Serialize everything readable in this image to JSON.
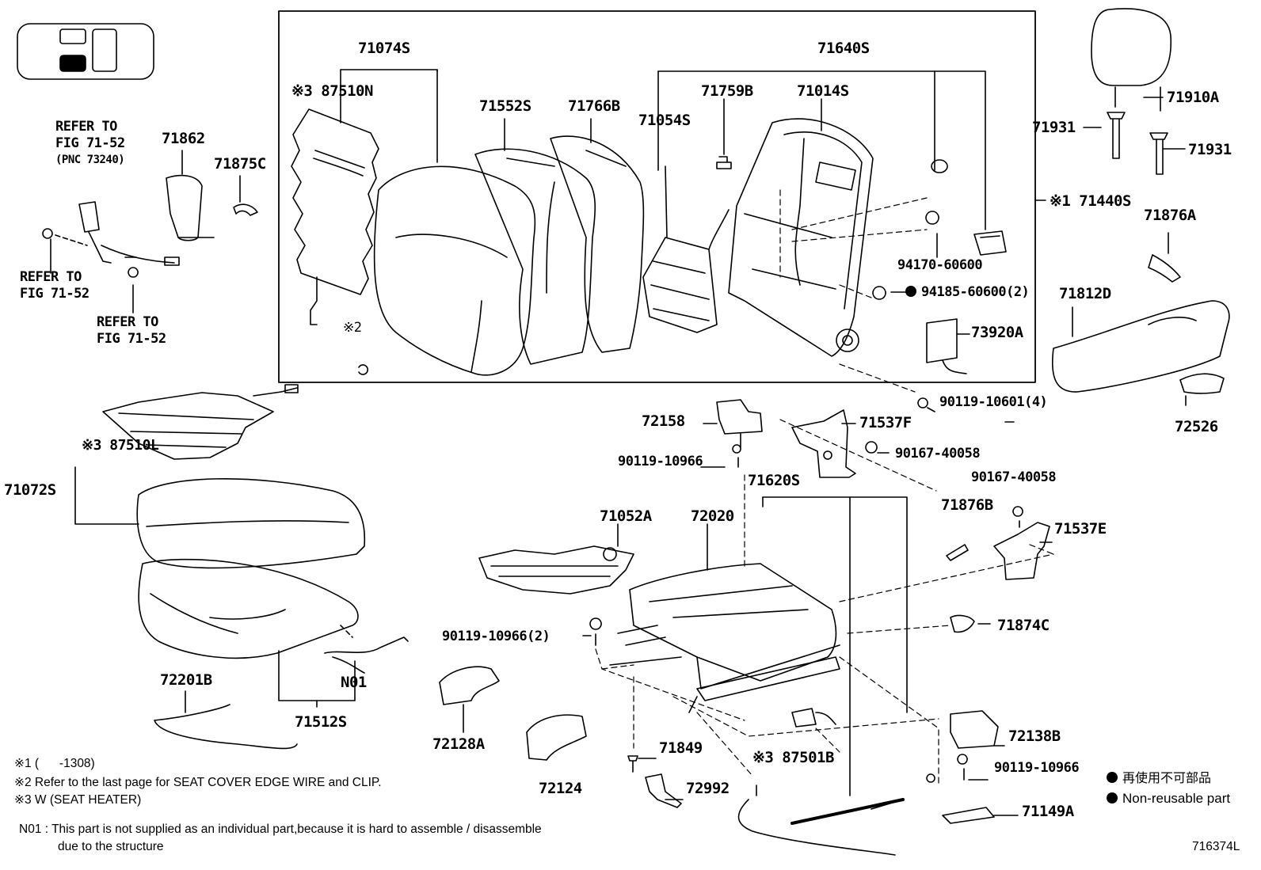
{
  "labels": {
    "p71074S": "71074S",
    "p87510N": "※3 87510N",
    "p71552S": "71552S",
    "p71766B": "71766B",
    "p71054S": "71054S",
    "p71640S": "71640S",
    "p71759B": "71759B",
    "p71014S": "71014S",
    "p71910A": "71910A",
    "p71931a": "71931",
    "p71931b": "71931",
    "p71440S": "※1 71440S",
    "p71876A": "71876A",
    "p71812D": "71812D",
    "p72526": "72526",
    "p94170": "94170-60600",
    "p94185": "94185-60600(2)",
    "p73920A": "73920A",
    "p90119_10601": "90119-10601(4)",
    "p71862": "71862",
    "p71875C": "71875C",
    "p72158": "72158",
    "p71537F": "71537F",
    "p90167a": "90167-40058",
    "p90119_10966a": "90119-10966",
    "p71620S": "71620S",
    "p90167b": "90167-40058",
    "p71876B": "71876B",
    "p71537E": "71537E",
    "p71052A": "71052A",
    "p72020": "72020",
    "p87510L": "※3 87510L",
    "p71072S": "71072S",
    "p90119_10966b": "90119-10966(2)",
    "p71874C": "71874C",
    "p72201B": "72201B",
    "pN01": "N01",
    "p71512S": "71512S",
    "p72128A": "72128A",
    "p72124": "72124",
    "p71849": "71849",
    "p87501B": "※3 87501B",
    "p72138B": "72138B",
    "p90119_10966c": "90119-10966",
    "p72992": "72992",
    "p71149A": "71149A",
    "refer1": [
      "REFER TO",
      "FIG 71-52",
      "(PNC 73240)"
    ],
    "refer2": [
      "REFER TO",
      "FIG 71-52"
    ],
    "refer3": [
      "REFER TO",
      "FIG 71-52"
    ],
    "x2": "※2"
  },
  "legend": {
    "jp": "再使用不可部品",
    "en": "Non-reusable part"
  },
  "notes": {
    "n1": "※1 (      -1308)",
    "n2": "※2 Refer to the last page for SEAT COVER EDGE WIRE and CLIP.",
    "n3": "※3 W (SEAT HEATER)",
    "n4a": "N01 : This part is not supplied as an individual part,because it is hard to assemble / disassemble",
    "n4b": "due to the structure"
  },
  "figure_id": "716374L"
}
